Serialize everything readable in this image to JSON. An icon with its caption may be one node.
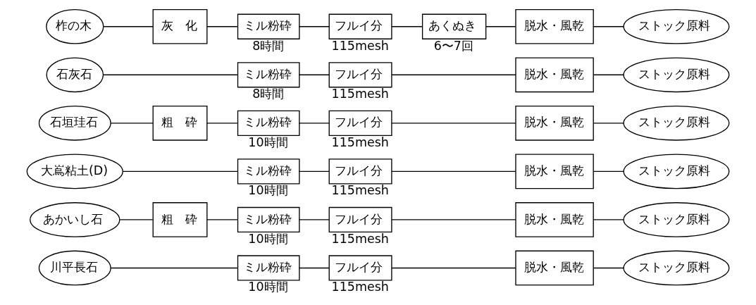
{
  "diagram": {
    "nodes": [
      {
        "text": [
          "川平長石"
        ]
      },
      {
        "text": [
          "ミル粉砕"
        ],
        "beside": [
          "10時間"
        ]
      },
      {
        "text": [
          "フルイ分"
        ],
        "beside": [
          "115mesh"
        ]
      },
      {
        "text": [
          "脱水・風乾"
        ]
      },
      {
        "text": [
          "ストック原料"
        ]
      },
      {
        "text": [
          "あかいし石"
        ]
      },
      {
        "text": [
          "粗　砕"
        ]
      },
      {
        "text": [
          "ミル粉砕"
        ],
        "beside": [
          "10時間"
        ]
      },
      {
        "text": [
          "フルイ分"
        ],
        "beside": [
          "115mesh"
        ]
      },
      {
        "text": [
          "脱水・風乾"
        ]
      },
      {
        "text": [
          "ストック原料"
        ]
      },
      {
        "text": [
          "大嶌粘土(D)"
        ]
      },
      {
        "text": [
          "ミル粉砕"
        ],
        "beside": [
          "10時間"
        ]
      },
      {
        "text": [
          "フルイ分"
        ],
        "beside": [
          "115mesh"
        ]
      },
      {
        "text": [
          "脱水・風乾"
        ]
      },
      {
        "text": [
          "ストック原料"
        ]
      },
      {
        "text": [
          "石垣珪石"
        ]
      },
      {
        "text": [
          "粗　砕"
        ]
      },
      {
        "text": [
          "ミル粉砕"
        ],
        "beside": [
          "10時間"
        ]
      },
      {
        "text": [
          "フルイ分"
        ],
        "beside": [
          "115mesh"
        ]
      },
      {
        "text": [
          "脱水・風乾"
        ]
      },
      {
        "text": [
          "ストック原料"
        ]
      },
      {
        "text": [
          "石灰石"
        ]
      },
      {
        "text": [
          "ミル粉砕"
        ],
        "beside": [
          "8時間"
        ]
      },
      {
        "text": [
          "フルイ分"
        ],
        "beside": [
          "115mesh"
        ]
      },
      {
        "text": [
          "脱水・風乾"
        ]
      },
      {
        "text": [
          "ストック原料"
        ]
      },
      {
        "text": [
          "柞の木"
        ]
      },
      {
        "text": [
          "灰　化"
        ]
      },
      {
        "text": [
          "ミル粉砕"
        ],
        "beside": [
          "8時間"
        ]
      },
      {
        "text": [
          "フルイ分"
        ],
        "beside": [
          "115mesh"
        ]
      },
      {
        "text": [
          "あくぬき"
        ],
        "beside": [
          "6〜7回"
        ]
      },
      {
        "text": [
          "脱水・風乾"
        ]
      },
      {
        "text": [
          "ストック原料"
        ]
      }
    ],
    "edges": [
      {
        "from": 0,
        "to": 1,
        "arrow": "none"
      },
      {
        "from": 1,
        "to": 2,
        "arrow": "none"
      },
      {
        "from": 2,
        "to": 3,
        "arrow": "none"
      },
      {
        "from": 3,
        "to": 4,
        "arrow": "none"
      },
      {
        "from": 5,
        "to": 6,
        "arrow": "none"
      },
      {
        "from": 6,
        "to": 7,
        "arrow": "none"
      },
      {
        "from": 7,
        "to": 8,
        "arrow": "none"
      },
      {
        "from": 8,
        "to": 9,
        "arrow": "none"
      },
      {
        "from": 9,
        "to": 10,
        "arrow": "none"
      },
      {
        "from": 11,
        "to": 12,
        "arrow": "none"
      },
      {
        "from": 12,
        "to": 13,
        "arrow": "none"
      },
      {
        "from": 13,
        "to": 14,
        "arrow": "none"
      },
      {
        "from": 14,
        "to": 15,
        "arrow": "none"
      },
      {
        "from": 16,
        "to": 17,
        "arrow": "none"
      },
      {
        "from": 17,
        "to": 18,
        "arrow": "none"
      },
      {
        "from": 18,
        "to": 19,
        "arrow": "none"
      },
      {
        "from": 19,
        "to": 20,
        "arrow": "none"
      },
      {
        "from": 20,
        "to": 21,
        "arrow": "none"
      },
      {
        "from": 22,
        "to": 23,
        "arrow": "none"
      },
      {
        "from": 23,
        "to": 24,
        "arrow": "none"
      },
      {
        "from": 24,
        "to": 25,
        "arrow": "none"
      },
      {
        "from": 25,
        "to": 26,
        "arrow": "none"
      },
      {
        "from": 27,
        "to": 28,
        "arrow": "none"
      },
      {
        "from": 28,
        "to": 29,
        "arrow": "none"
      },
      {
        "from": 29,
        "to": 30,
        "arrow": "none"
      },
      {
        "from": 30,
        "to": 31,
        "arrow": "none"
      },
      {
        "from": 31,
        "to": 32,
        "arrow": "none"
      },
      {
        "from": 32,
        "to": 33,
        "arrow": "none"
      }
    ]
  }
}
